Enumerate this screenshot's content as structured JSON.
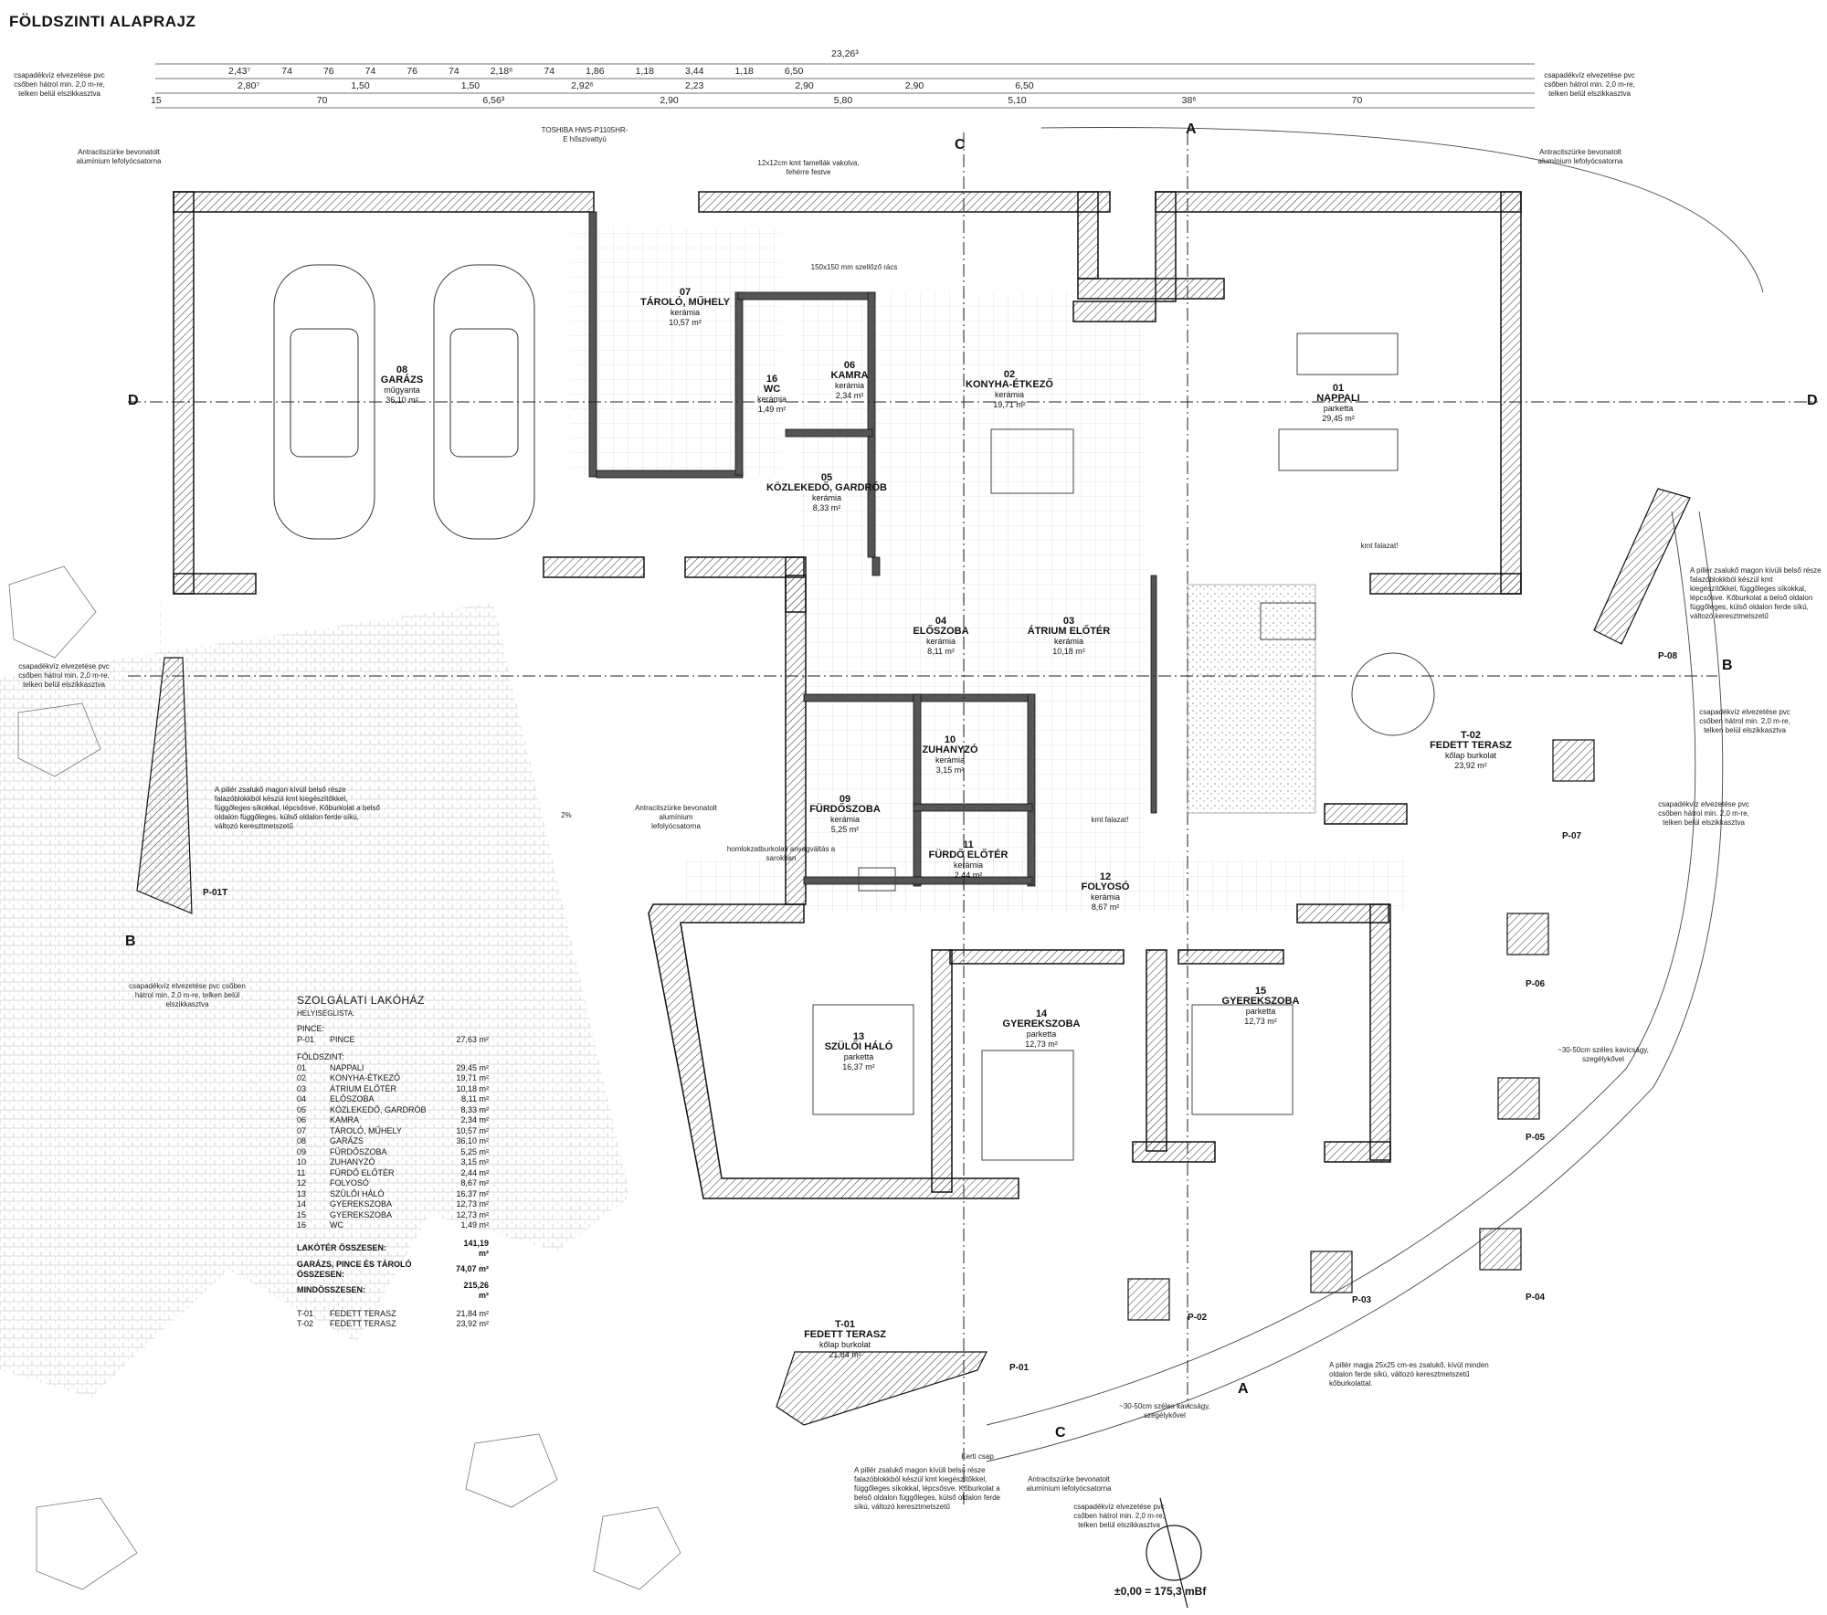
{
  "title": "FÖLDSZINTI ALAPRAJZ",
  "dimensions": {
    "overall": "23,26³",
    "row1": [
      "2,43⁷",
      "74",
      "76",
      "74",
      "76",
      "74",
      "2,18⁶",
      "74",
      "1,86",
      "1,18",
      "3,44",
      "1,18",
      "6,50"
    ],
    "row2": [
      "2,80⁷",
      "1,50",
      "1,50",
      "2,92⁶",
      "2,23",
      "2,90",
      "2,90",
      "6,50"
    ],
    "row3": [
      "15",
      "70",
      "6,56³",
      "2,90",
      "5,80",
      "5,10",
      "38⁶",
      "70"
    ]
  },
  "rooms": [
    {
      "num": "01",
      "name": "NAPPALI",
      "floor": "parketta",
      "area": "29,45 m²"
    },
    {
      "num": "02",
      "name": "KONYHA-ÉTKEZŐ",
      "floor": "kerámia",
      "area": "19,71 m²"
    },
    {
      "num": "03",
      "name": "ÁTRIUM ELŐTÉR",
      "floor": "kerámia",
      "area": "10,18 m²"
    },
    {
      "num": "04",
      "name": "ELŐSZOBA",
      "floor": "kerámia",
      "area": "8,11 m²"
    },
    {
      "num": "05",
      "name": "KÖZLEKEDŐ, GARDRÓB",
      "floor": "kerámia",
      "area": "8,33 m²"
    },
    {
      "num": "06",
      "name": "KAMRA",
      "floor": "kerámia",
      "area": "2,34 m²"
    },
    {
      "num": "07",
      "name": "TÁROLÓ, MŰHELY",
      "floor": "kerámia",
      "area": "10,57 m²"
    },
    {
      "num": "08",
      "name": "GARÁZS",
      "floor": "műgyanta",
      "area": "36,10 m²"
    },
    {
      "num": "09",
      "name": "FÜRDŐSZOBA",
      "floor": "kerámia",
      "area": "5,25 m²"
    },
    {
      "num": "10",
      "name": "ZUHANYZÓ",
      "floor": "kerámia",
      "area": "3,15 m²"
    },
    {
      "num": "11",
      "name": "FÜRDŐ ELŐTÉR",
      "floor": "kerámia",
      "area": "2,44 m²"
    },
    {
      "num": "12",
      "name": "FOLYOSÓ",
      "floor": "kerámia",
      "area": "8,67 m²"
    },
    {
      "num": "13",
      "name": "SZÜLŐI HÁLÓ",
      "floor": "parketta",
      "area": "16,37 m²"
    },
    {
      "num": "14",
      "name": "GYEREKSZOBA",
      "floor": "parketta",
      "area": "12,73 m²"
    },
    {
      "num": "15",
      "name": "GYEREKSZOBA",
      "floor": "parketta",
      "area": "12,73 m²"
    },
    {
      "num": "16",
      "name": "WC",
      "floor": "kerámia",
      "area": "1,49 m²"
    }
  ],
  "terraces": [
    {
      "num": "T-01",
      "name": "FEDETT TERASZ",
      "floor": "kőlap burkolat",
      "area": "21,84 m²"
    },
    {
      "num": "T-02",
      "name": "FEDETT TERASZ",
      "floor": "kőlap burkolat",
      "area": "23,92 m²"
    }
  ],
  "pillars": [
    "P-01T",
    "P-01",
    "P-02",
    "P-03",
    "P-04",
    "P-05",
    "P-06",
    "P-07",
    "P-08"
  ],
  "sections": [
    "A",
    "B",
    "C",
    "D"
  ],
  "notes": {
    "downpipe": "csapadékvíz elvezetése pvc csőben hátrol min. 2,0 m-re, telken belül elszikkasztva",
    "gutter": "Antracitszürke bevonatolt alumínium lefolyócsatorna",
    "heatpump": "TOSHIBA HWS-P1105HR-E hőszivattyú",
    "wall12": "12x12cm kmt famellák vakolva, fehérre festve",
    "vent": "150x150 mm szellőző rács",
    "pillar_a": "A pillér zsalukő magon kívüli belső része falazóblokkból készül kmt kiegészítőkkel, függőleges síkokkal, lépcsősve. Kőburkolat a belső oldalon függőleges, külső oldalon ferde síkú, változó keresztmetszetű",
    "pillar_b": "A pillér magja 25x25 cm-es zsalukő, kívül minden oldalon ferde síkú, változó keresztmetszetű kőburkolattal.",
    "gravel": "~30-50cm széles kavicságy, szegélykővel",
    "tap": "Kerti csap",
    "flooring": "homlokzatburkolati anyagváltás a sarokban",
    "kmt": "kmt falazat!",
    "slope": "2%"
  },
  "legend": {
    "heading": "SZOLGÁLATI LAKÓHÁZ",
    "subheading": "HELYISÉGLISTA:",
    "cellar_label": "PINCE:",
    "cellar": [
      {
        "no": "P-01",
        "name": "PINCE",
        "area": "27,63 m²"
      }
    ],
    "ground_label": "FÖLDSZINT:",
    "ground": [
      {
        "no": "01",
        "name": "NAPPALI",
        "area": "29,45 m²"
      },
      {
        "no": "02",
        "name": "KONYHA-ÉTKEZŐ",
        "area": "19,71 m²"
      },
      {
        "no": "03",
        "name": "ÁTRIUM ELŐTÉR",
        "area": "10,18 m²"
      },
      {
        "no": "04",
        "name": "ELŐSZOBA",
        "area": "8,11 m²"
      },
      {
        "no": "05",
        "name": "KÖZLEKEDŐ, GARDRÓB",
        "area": "8,33 m²"
      },
      {
        "no": "06",
        "name": "KAMRA",
        "area": "2,34 m²"
      },
      {
        "no": "07",
        "name": "TÁROLÓ, MŰHELY",
        "area": "10,57 m²"
      },
      {
        "no": "08",
        "name": "GARÁZS",
        "area": "36,10 m²"
      },
      {
        "no": "09",
        "name": "FÜRDŐSZOBA",
        "area": "5,25 m²"
      },
      {
        "no": "10",
        "name": "ZUHANYZÓ",
        "area": "3,15 m²"
      },
      {
        "no": "11",
        "name": "FÜRDŐ ELŐTÉR",
        "area": "2,44 m²"
      },
      {
        "no": "12",
        "name": "FOLYOSÓ",
        "area": "8,67 m²"
      },
      {
        "no": "13",
        "name": "SZÜLŐI HÁLÓ",
        "area": "16,37 m²"
      },
      {
        "no": "14",
        "name": "GYEREKSZOBA",
        "area": "12,73 m²"
      },
      {
        "no": "15",
        "name": "GYEREKSZOBA",
        "area": "12,73 m²"
      },
      {
        "no": "16",
        "name": "WC",
        "area": "1,49 m²"
      }
    ],
    "totals": [
      {
        "label": "LAKÓTÉR ÖSSZESEN:",
        "area": "141,19 m²"
      },
      {
        "label": "GARÁZS, PINCE ÉS TÁROLÓ ÖSSZESEN:",
        "area": "74,07 m²"
      },
      {
        "label": "MINDÖSSZESEN:",
        "area": "215,26 m²"
      }
    ],
    "terraces": [
      {
        "no": "T-01",
        "name": "FEDETT TERASZ",
        "area": "21,84 m²"
      },
      {
        "no": "T-02",
        "name": "FEDETT TERASZ",
        "area": "23,92 m²"
      }
    ]
  },
  "elevation": "±0,00 = 175,3 mBf"
}
